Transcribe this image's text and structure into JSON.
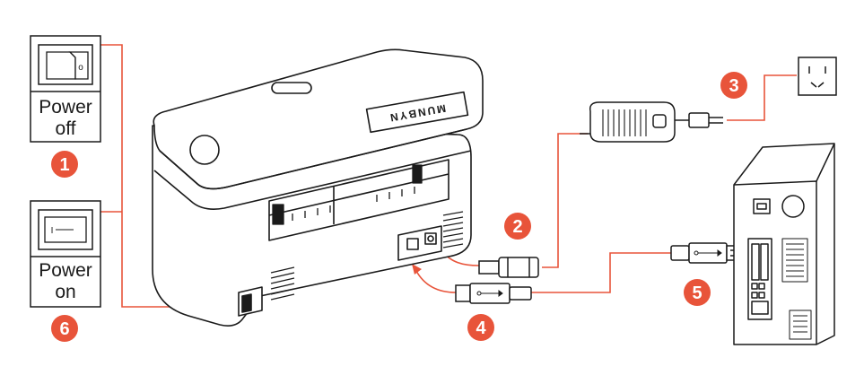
{
  "switch_panels": {
    "off": {
      "line1": "Power",
      "line2": "off",
      "symbol": "o"
    },
    "on": {
      "line1": "Power",
      "line2": "on",
      "symbol": "I"
    }
  },
  "printer": {
    "brand": "MUNBYN"
  },
  "steps": [
    {
      "id": "step-1",
      "number": "1"
    },
    {
      "id": "step-2",
      "number": "2"
    },
    {
      "id": "step-3",
      "number": "3"
    },
    {
      "id": "step-4",
      "number": "4"
    },
    {
      "id": "step-5",
      "number": "5"
    },
    {
      "id": "step-6",
      "number": "6"
    }
  ],
  "icons": {
    "usb": "usb-icon",
    "outlet": "power-outlet-icon",
    "adapter": "power-adapter-icon",
    "computer": "computer-tower-icon",
    "printer": "label-printer-icon"
  },
  "colors": {
    "accent": "#E8543A",
    "line": "#1a1a1a",
    "background": "#ffffff"
  }
}
